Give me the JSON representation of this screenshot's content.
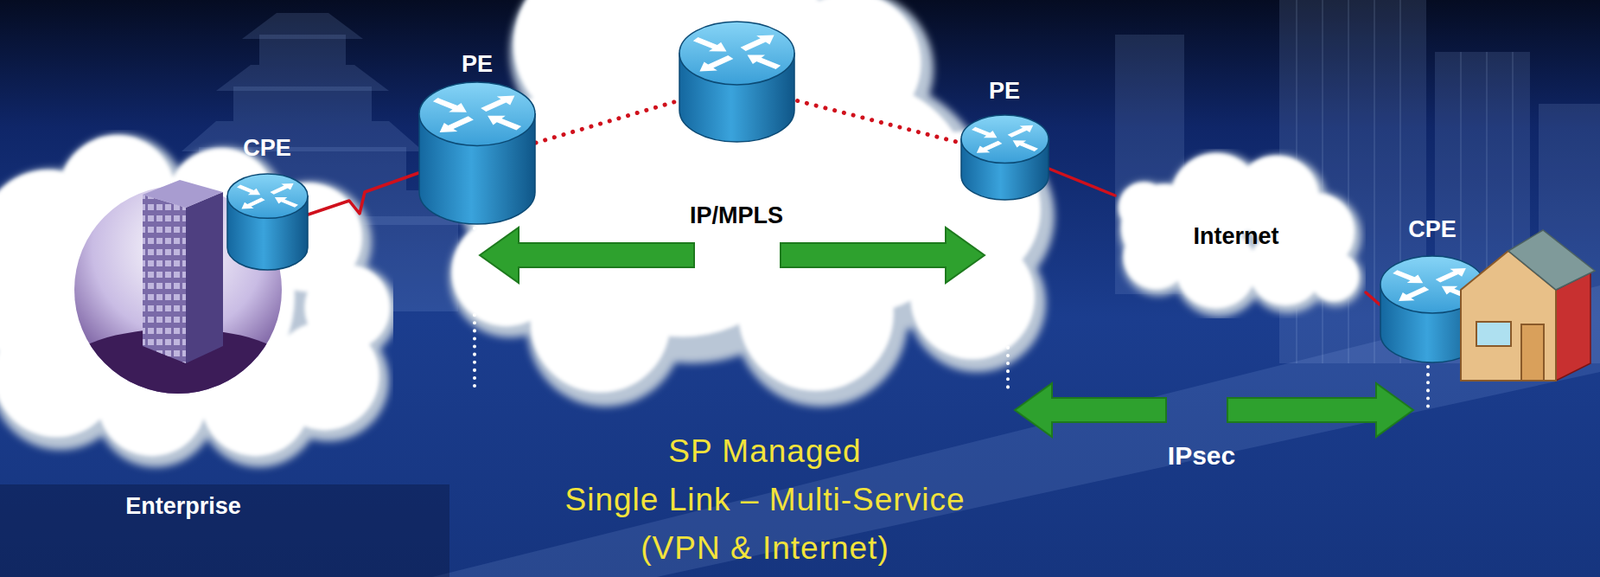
{
  "diagram": {
    "nodes": [
      {
        "text": [
          "Enterprise"
        ]
      },
      {
        "text": [
          "CPE"
        ]
      },
      {
        "text": [
          "IP/MPLS"
        ]
      },
      {
        "text": [
          "PE"
        ],
        "in": 2
      },
      {
        "text": [
          "PE"
        ],
        "in": 2
      },
      {
        "text": [
          "Internet"
        ]
      },
      {
        "text": [
          "CPE"
        ]
      }
    ],
    "edges": [
      {
        "from": 1,
        "to": 3,
        "arrow": "none"
      },
      {
        "from": 3,
        "to": 4,
        "arrow": "none"
      },
      {
        "from": 4,
        "to": 5,
        "arrow": "none"
      },
      {
        "from": 5,
        "to": 6,
        "arrow": "none"
      }
    ],
    "labels": [
      "IPsec",
      "SP Managed",
      "Single Link – Multi-Service",
      "(VPN & Internet)"
    ]
  }
}
